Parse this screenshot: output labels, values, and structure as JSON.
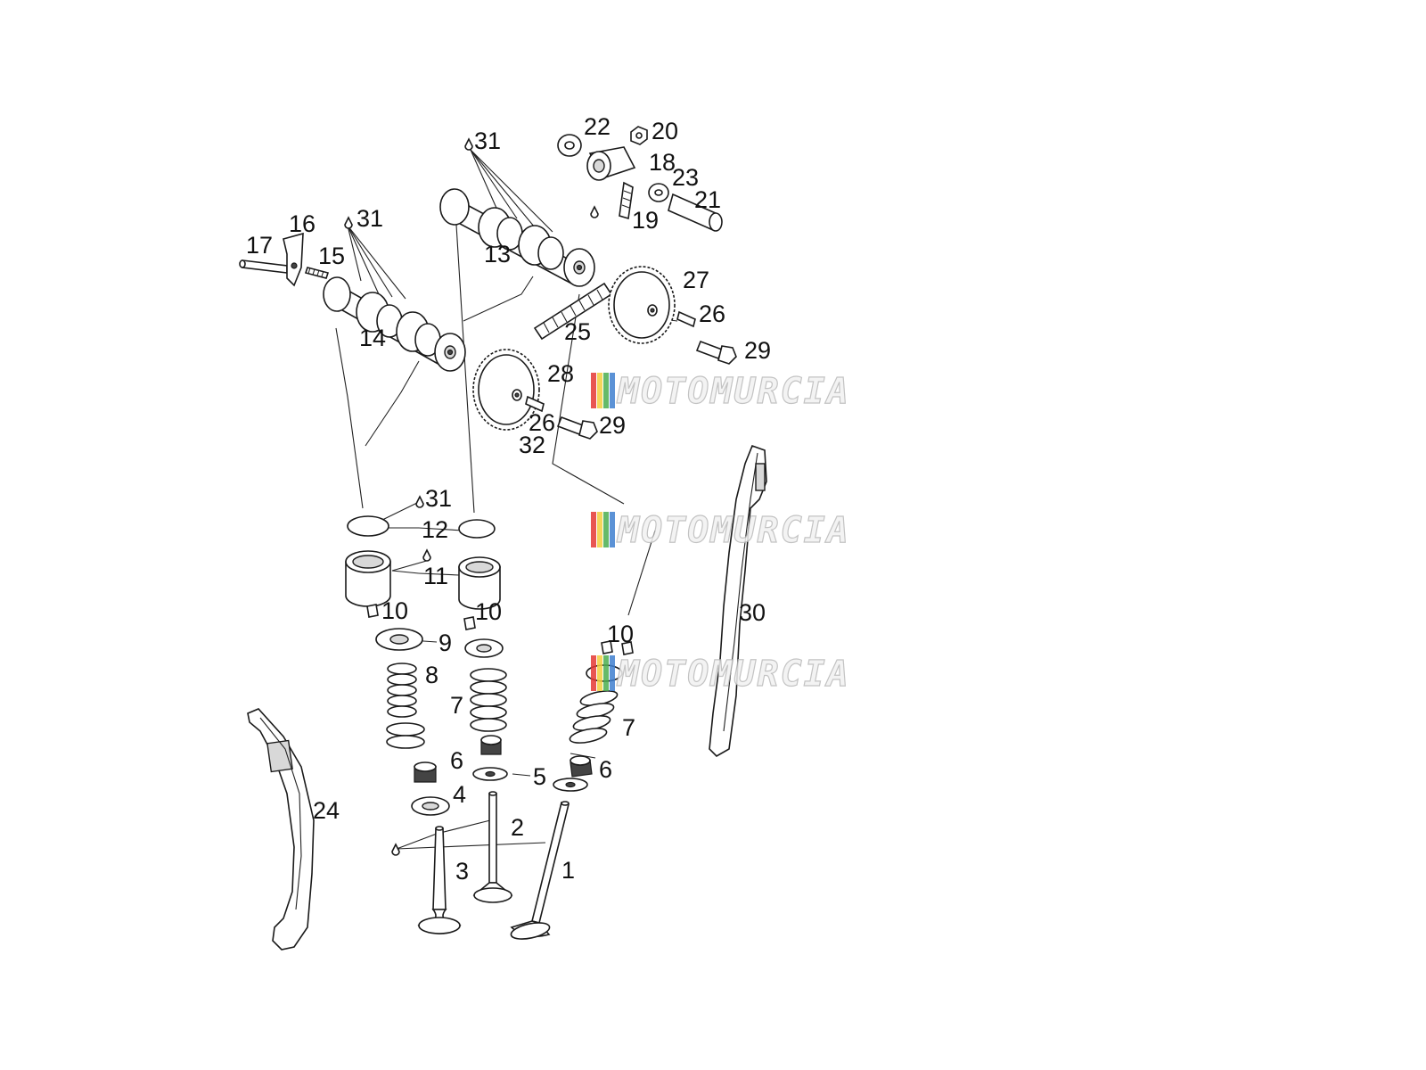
{
  "callouts": [
    {
      "id": "c1",
      "text": "1"
    },
    {
      "id": "c2",
      "text": "2"
    },
    {
      "id": "c3",
      "text": "3"
    },
    {
      "id": "c4",
      "text": "4"
    },
    {
      "id": "c5",
      "text": "5"
    },
    {
      "id": "c6a",
      "text": "6"
    },
    {
      "id": "c6b",
      "text": "6"
    },
    {
      "id": "c7a",
      "text": "7"
    },
    {
      "id": "c7b",
      "text": "7"
    },
    {
      "id": "c8",
      "text": "8"
    },
    {
      "id": "c9",
      "text": "9"
    },
    {
      "id": "c10a",
      "text": "10"
    },
    {
      "id": "c10b",
      "text": "10"
    },
    {
      "id": "c10c",
      "text": "10"
    },
    {
      "id": "c11",
      "text": "11"
    },
    {
      "id": "c12",
      "text": "12"
    },
    {
      "id": "c13",
      "text": "13"
    },
    {
      "id": "c14",
      "text": "14"
    },
    {
      "id": "c15",
      "text": "15"
    },
    {
      "id": "c16",
      "text": "16"
    },
    {
      "id": "c17",
      "text": "17"
    },
    {
      "id": "c18",
      "text": "18"
    },
    {
      "id": "c19",
      "text": "19"
    },
    {
      "id": "c20",
      "text": "20"
    },
    {
      "id": "c21",
      "text": "21"
    },
    {
      "id": "c22",
      "text": "22"
    },
    {
      "id": "c23",
      "text": "23"
    },
    {
      "id": "c24",
      "text": "24"
    },
    {
      "id": "c25",
      "text": "25"
    },
    {
      "id": "c26a",
      "text": "26"
    },
    {
      "id": "c26b",
      "text": "26"
    },
    {
      "id": "c27",
      "text": "27"
    },
    {
      "id": "c28",
      "text": "28"
    },
    {
      "id": "c29a",
      "text": "29"
    },
    {
      "id": "c29b",
      "text": "29"
    },
    {
      "id": "c30",
      "text": "30"
    },
    {
      "id": "c31a",
      "text": "31"
    },
    {
      "id": "c31b",
      "text": "31"
    },
    {
      "id": "c31c",
      "text": "31"
    },
    {
      "id": "c32",
      "text": "32"
    }
  ],
  "watermark": {
    "text": "MOTOMURCIA",
    "stripe_colors": [
      "#e53935",
      "#f4d03f",
      "#4caf50",
      "#3f7fd0"
    ]
  }
}
